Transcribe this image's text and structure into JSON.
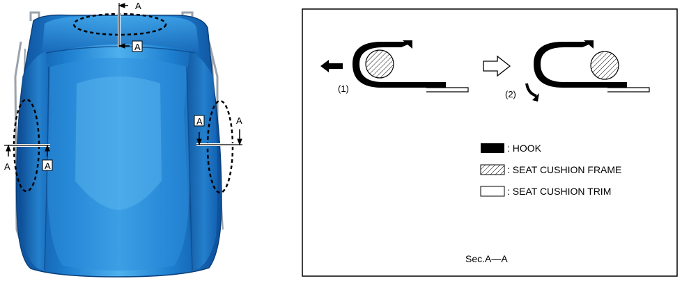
{
  "seat_view": {
    "section_marks": {
      "top_upper": "A",
      "top_lower": "A",
      "left_below": "A",
      "left_right": "A",
      "right_upper_left": "A",
      "right_upper_right": "A"
    }
  },
  "section_panel": {
    "step1_label": "(1)",
    "step2_label": "(2)",
    "legend": [
      {
        "swatch": "solid",
        "label": ": HOOK"
      },
      {
        "swatch": "hatched",
        "label": ": SEAT CUSHION FRAME"
      },
      {
        "swatch": "outline",
        "label": ": SEAT CUSHION TRIM"
      }
    ],
    "caption": "Sec.A—A"
  },
  "colors": {
    "seat_blue": "#1e7fd0",
    "seat_highlight": "#4fb0ee",
    "seat_shadow": "#0d4f9a",
    "frame_gray": "#9aa3ab",
    "line": "#000000"
  }
}
